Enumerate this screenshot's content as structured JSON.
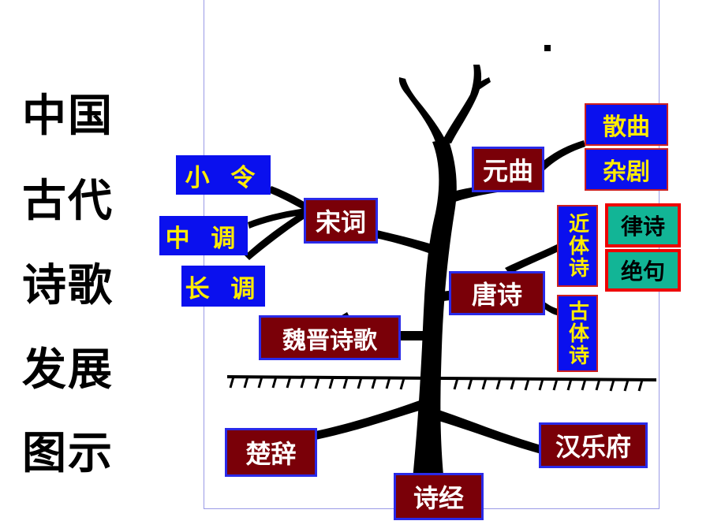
{
  "title": [
    "中国",
    "古代",
    "诗歌",
    "发展",
    "图示"
  ],
  "nodes": {
    "shijing": "诗经",
    "chuci": "楚辞",
    "hanyuefu": "汉乐府",
    "weijin": "魏晋诗歌",
    "tangshi": "唐诗",
    "jinti": "近体诗",
    "guti": "古体诗",
    "lvshi": "律诗",
    "jueju": "绝句",
    "songci": "宋词",
    "xiaoling": "小 令",
    "zhongdiao": "中 调",
    "changdiao": "长 调",
    "yuanqu": "元曲",
    "sanqu": "散曲",
    "zaju": "杂剧"
  },
  "colors": {
    "maroon_box": "#7a0008",
    "blue_box": "#0a10ee",
    "yellow_text": "#ffeb00",
    "green_box": "#12b596",
    "red_border": "#ee0000",
    "tree": "#000000"
  }
}
